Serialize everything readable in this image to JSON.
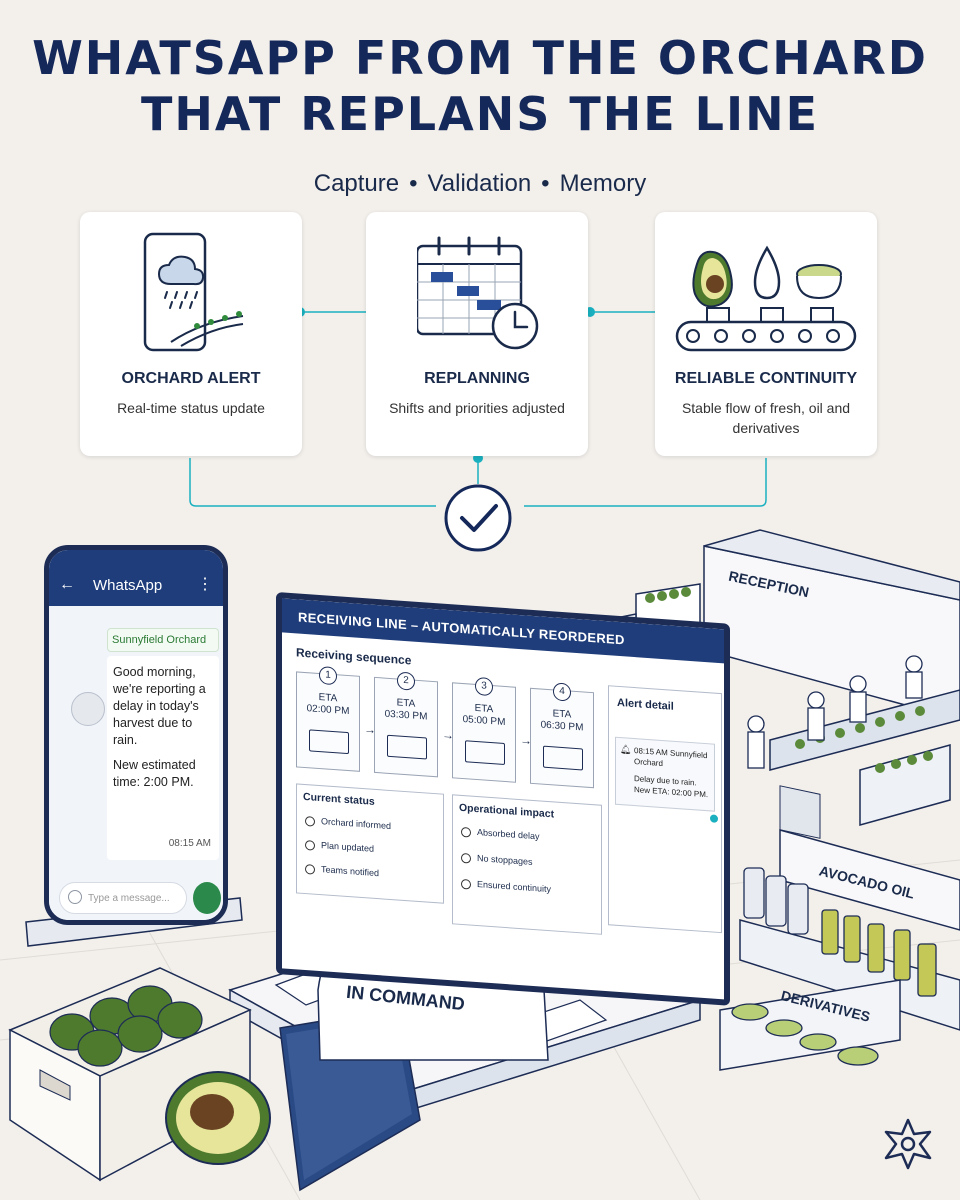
{
  "title_line1": "WHATSAPP FROM THE ORCHARD",
  "title_line2": "THAT REPLANS THE LINE",
  "subtitle": {
    "a": "Capture",
    "b": "Validation",
    "c": "Memory",
    "sep": "•"
  },
  "cards": [
    {
      "title": "ORCHARD ALERT",
      "desc": "Real-time status update"
    },
    {
      "title": "REPLANNING",
      "desc": "Shifts and priorities adjusted"
    },
    {
      "title": "RELIABLE CONTINUITY",
      "desc": "Stable flow of fresh, oil and derivatives"
    }
  ],
  "phone": {
    "app": "WhatsApp",
    "sender": "Sunnyfield Orchard",
    "msg1": "Good morning, we're reporting a delay in today's harvest due to rain.",
    "msg2": "New estimated time: 2:00 PM.",
    "time": "08:15 AM",
    "placeholder": "Type a message..."
  },
  "monitor": {
    "header": "RECEIVING LINE – AUTOMATICALLY REORDERED",
    "seq_label": "Receiving sequence",
    "steps": [
      {
        "n": "1",
        "eta": "ETA",
        "time": "02:00 PM"
      },
      {
        "n": "2",
        "eta": "ETA",
        "time": "03:30 PM"
      },
      {
        "n": "3",
        "eta": "ETA",
        "time": "05:00 PM"
      },
      {
        "n": "4",
        "eta": "ETA",
        "time": "06:30 PM"
      }
    ],
    "alert_title": "Alert detail",
    "alert_time": "08:15 AM",
    "alert_sender": "Sunnyfield Orchard",
    "alert_line1": "Delay due to rain.",
    "alert_line2": "New ETA: 02:00 PM.",
    "status_title": "Current status",
    "status_items": [
      "Orchard informed",
      "Plan updated",
      "Teams notified"
    ],
    "impact_title": "Operational impact",
    "impact_items": [
      "Absorbed delay",
      "No stoppages",
      "Ensured continuity"
    ]
  },
  "signs": {
    "reception": "RECEPTION",
    "oil": "AVOCADO OIL",
    "derivatives": "DERIVATIVES",
    "shirt": "IN COMMAND"
  },
  "colors": {
    "navy": "#15285a",
    "teal": "#1ab0bf",
    "avocado": "#5a8a3a",
    "background": "#f3f0ec"
  },
  "icons": [
    "phone-rain-icon",
    "calendar-clock-icon",
    "avocado-oil-guacamole-conveyor-icon",
    "checkmark-icon",
    "logo-icon"
  ]
}
